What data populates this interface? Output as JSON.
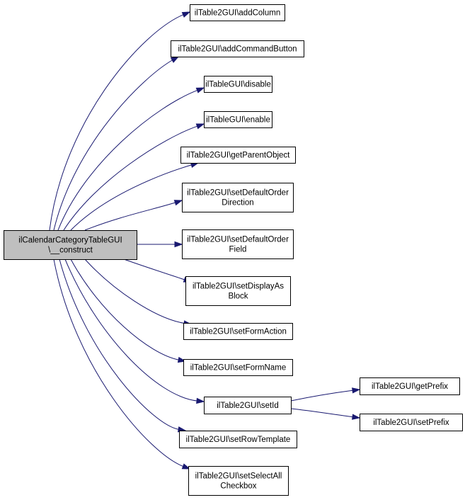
{
  "colors": {
    "edge": "#191970",
    "root_fill": "#bfbfbf",
    "node_fill": "#ffffff",
    "border": "#000000"
  },
  "nodes": {
    "root": {
      "lines": [
        "ilCalendarCategoryTableGUI",
        "\\__construct"
      ]
    },
    "addColumn": {
      "lines": [
        "ilTable2GUI\\addColumn"
      ]
    },
    "addCmdBtn": {
      "lines": [
        "ilTable2GUI\\addCommandButton"
      ]
    },
    "disable": {
      "lines": [
        "ilTableGUI\\disable"
      ]
    },
    "enable": {
      "lines": [
        "ilTableGUI\\enable"
      ]
    },
    "getParent": {
      "lines": [
        "ilTable2GUI\\getParentObject"
      ]
    },
    "setDefDir": {
      "lines": [
        "ilTable2GUI\\setDefaultOrder",
        "Direction"
      ]
    },
    "setDefField": {
      "lines": [
        "ilTable2GUI\\setDefaultOrder",
        "Field"
      ]
    },
    "setDispBlk": {
      "lines": [
        "ilTable2GUI\\setDisplayAs",
        "Block"
      ]
    },
    "setFormAct": {
      "lines": [
        "ilTable2GUI\\setFormAction"
      ]
    },
    "setFormName": {
      "lines": [
        "ilTable2GUI\\setFormName"
      ]
    },
    "setId": {
      "lines": [
        "ilTable2GUI\\setId"
      ]
    },
    "setRowTpl": {
      "lines": [
        "ilTable2GUI\\setRowTemplate"
      ]
    },
    "setSelAll": {
      "lines": [
        "ilTable2GUI\\setSelectAll",
        "Checkbox"
      ]
    },
    "getPrefix": {
      "lines": [
        "ilTable2GUI\\getPrefix"
      ]
    },
    "setPrefix": {
      "lines": [
        "ilTable2GUI\\setPrefix"
      ]
    }
  },
  "edges": [
    [
      "root",
      "addColumn"
    ],
    [
      "root",
      "addCmdBtn"
    ],
    [
      "root",
      "disable"
    ],
    [
      "root",
      "enable"
    ],
    [
      "root",
      "getParent"
    ],
    [
      "root",
      "setDefDir"
    ],
    [
      "root",
      "setDefField"
    ],
    [
      "root",
      "setDispBlk"
    ],
    [
      "root",
      "setFormAct"
    ],
    [
      "root",
      "setFormName"
    ],
    [
      "root",
      "setId"
    ],
    [
      "root",
      "setRowTpl"
    ],
    [
      "root",
      "setSelAll"
    ],
    [
      "setId",
      "getPrefix"
    ],
    [
      "setId",
      "setPrefix"
    ]
  ]
}
